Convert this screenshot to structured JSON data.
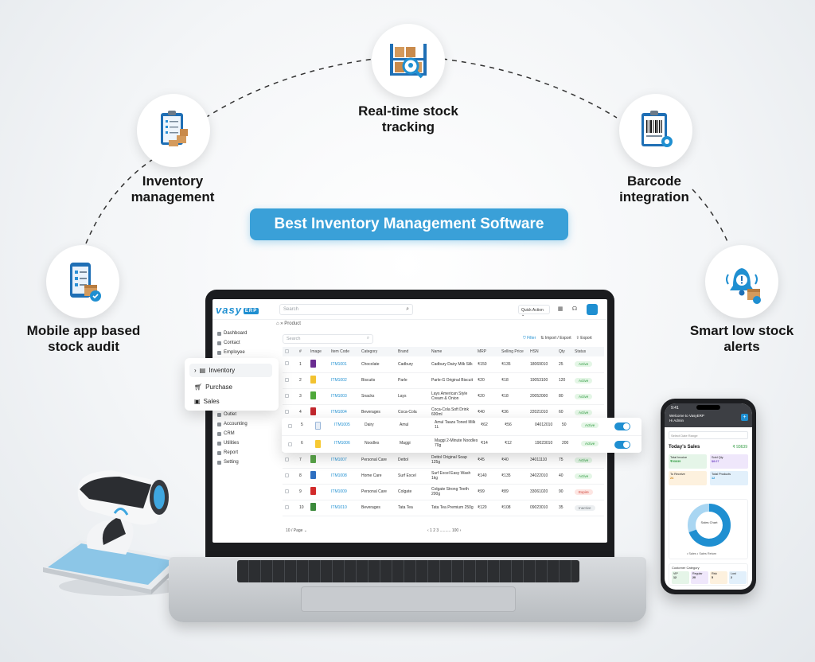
{
  "banner": "Best Inventory Management Software",
  "features": {
    "mobile_audit": "Mobile app based stock audit",
    "inventory": "Inventory management",
    "realtime": "Real-time stock tracking",
    "barcode": "Barcode integration",
    "alerts": "Smart low stock alerts"
  },
  "app": {
    "logo": "vasy",
    "logo_badge": "ERP",
    "search_placeholder": "Search",
    "quick_action": "Quick Action",
    "breadcrumb": "Product",
    "table_search": "Search",
    "actions": {
      "filter": "Filter",
      "import_export": "Import / Export",
      "export": "Export"
    },
    "sidebar": [
      "Dashboard",
      "Contact",
      "Employee",
      "Outlet",
      "Accounting",
      "CRM",
      "Utilities",
      "Report",
      "Setting"
    ],
    "submenu": [
      "Inventory",
      "Purchase",
      "Sales"
    ],
    "columns": [
      "#",
      "Image",
      "Item Code",
      "Category",
      "Brand",
      "Name",
      "MRP",
      "Selling Price",
      "HSN",
      "Qty",
      "Status"
    ],
    "rows": [
      {
        "n": "1",
        "code": "ITM1001",
        "cat": "Chocolate",
        "brand": "Cadbury",
        "name": "Cadbury Dairy Milk Silk",
        "mrp": "₹150",
        "sp": "₹135",
        "hsn": "18069010",
        "qty": "25",
        "status": "Active"
      },
      {
        "n": "2",
        "code": "ITM1002",
        "cat": "Biscuits",
        "brand": "Parle",
        "name": "Parle-G Original Biscuit",
        "mrp": "₹20",
        "sp": "₹18",
        "hsn": "19053100",
        "qty": "120",
        "status": "Active"
      },
      {
        "n": "3",
        "code": "ITM1003",
        "cat": "Snacks",
        "brand": "Lays",
        "name": "Lays American Style Cream & Onion",
        "mrp": "₹20",
        "sp": "₹18",
        "hsn": "20052000",
        "qty": "80",
        "status": "Active"
      },
      {
        "n": "4",
        "code": "ITM1004",
        "cat": "Beverages",
        "brand": "Coca-Cola",
        "name": "Coca-Cola Soft Drink 600ml",
        "mrp": "₹40",
        "sp": "₹36",
        "hsn": "22021010",
        "qty": "60",
        "status": "Active"
      },
      {
        "n": "5",
        "code": "ITM1005",
        "cat": "Dairy",
        "brand": "Amul",
        "name": "Amul Taaza Toned Milk 1L",
        "mrp": "₹62",
        "sp": "₹56",
        "hsn": "04012010",
        "qty": "50",
        "status": "Active"
      },
      {
        "n": "6",
        "code": "ITM1006",
        "cat": "Noodles",
        "brand": "Maggi",
        "name": "Maggi 2-Minute Noodles 70g",
        "mrp": "₹14",
        "sp": "₹12",
        "hsn": "19023010",
        "qty": "200",
        "status": "Active"
      },
      {
        "n": "7",
        "code": "ITM1007",
        "cat": "Personal Care",
        "brand": "Dettol",
        "name": "Dettol Original Soap 125g",
        "mrp": "₹45",
        "sp": "₹40",
        "hsn": "34011110",
        "qty": "75",
        "status": "Active"
      },
      {
        "n": "8",
        "code": "ITM1008",
        "cat": "Home Care",
        "brand": "Surf Excel",
        "name": "Surf Excel Easy Wash 1kg",
        "mrp": "₹140",
        "sp": "₹135",
        "hsn": "34022010",
        "qty": "40",
        "status": "Active"
      },
      {
        "n": "9",
        "code": "ITM1009",
        "cat": "Personal Care",
        "brand": "Colgate",
        "name": "Colgate Strong Teeth 200g",
        "mrp": "₹99",
        "sp": "₹89",
        "hsn": "33061020",
        "qty": "90",
        "status": "Expire"
      },
      {
        "n": "10",
        "code": "ITM1010",
        "cat": "Beverages",
        "brand": "Tata Tea",
        "name": "Tata Tea Premium 250g",
        "mrp": "₹120",
        "sp": "₹108",
        "hsn": "09023010",
        "qty": "35",
        "status": "Inactive"
      }
    ],
    "per_page": "10 / Page",
    "pager": "‹  1  2  3  ..........  100  ›"
  },
  "phone": {
    "time": "9:41",
    "welcome": "Welcome to VasyERP",
    "hi": "Hi Admin",
    "date_range": "Select Date Range",
    "sales_title": "Today's Sales",
    "sales_amount": "₹ 93639",
    "cards": [
      {
        "label": "Total Invoice",
        "value": "₹93639"
      },
      {
        "label": "Sold Qty",
        "value": "$8.07"
      },
      {
        "label": "To Receive",
        "value": "24"
      },
      {
        "label": "Total Products",
        "value": "12"
      }
    ],
    "chart_center": "Sales Chart",
    "legend": "• Sales  • Sales Return",
    "customer_title": "Customer Category",
    "customers": [
      {
        "label": "VIP",
        "value": "12"
      },
      {
        "label": "Regular",
        "value": "20"
      },
      {
        "label": "Risk",
        "value": "5"
      },
      {
        "label": "Lost",
        "value": "2"
      }
    ]
  },
  "colors": {
    "accent": "#3aa0d8",
    "brand": "#1f8fd1",
    "active": "#2e9a3f"
  }
}
